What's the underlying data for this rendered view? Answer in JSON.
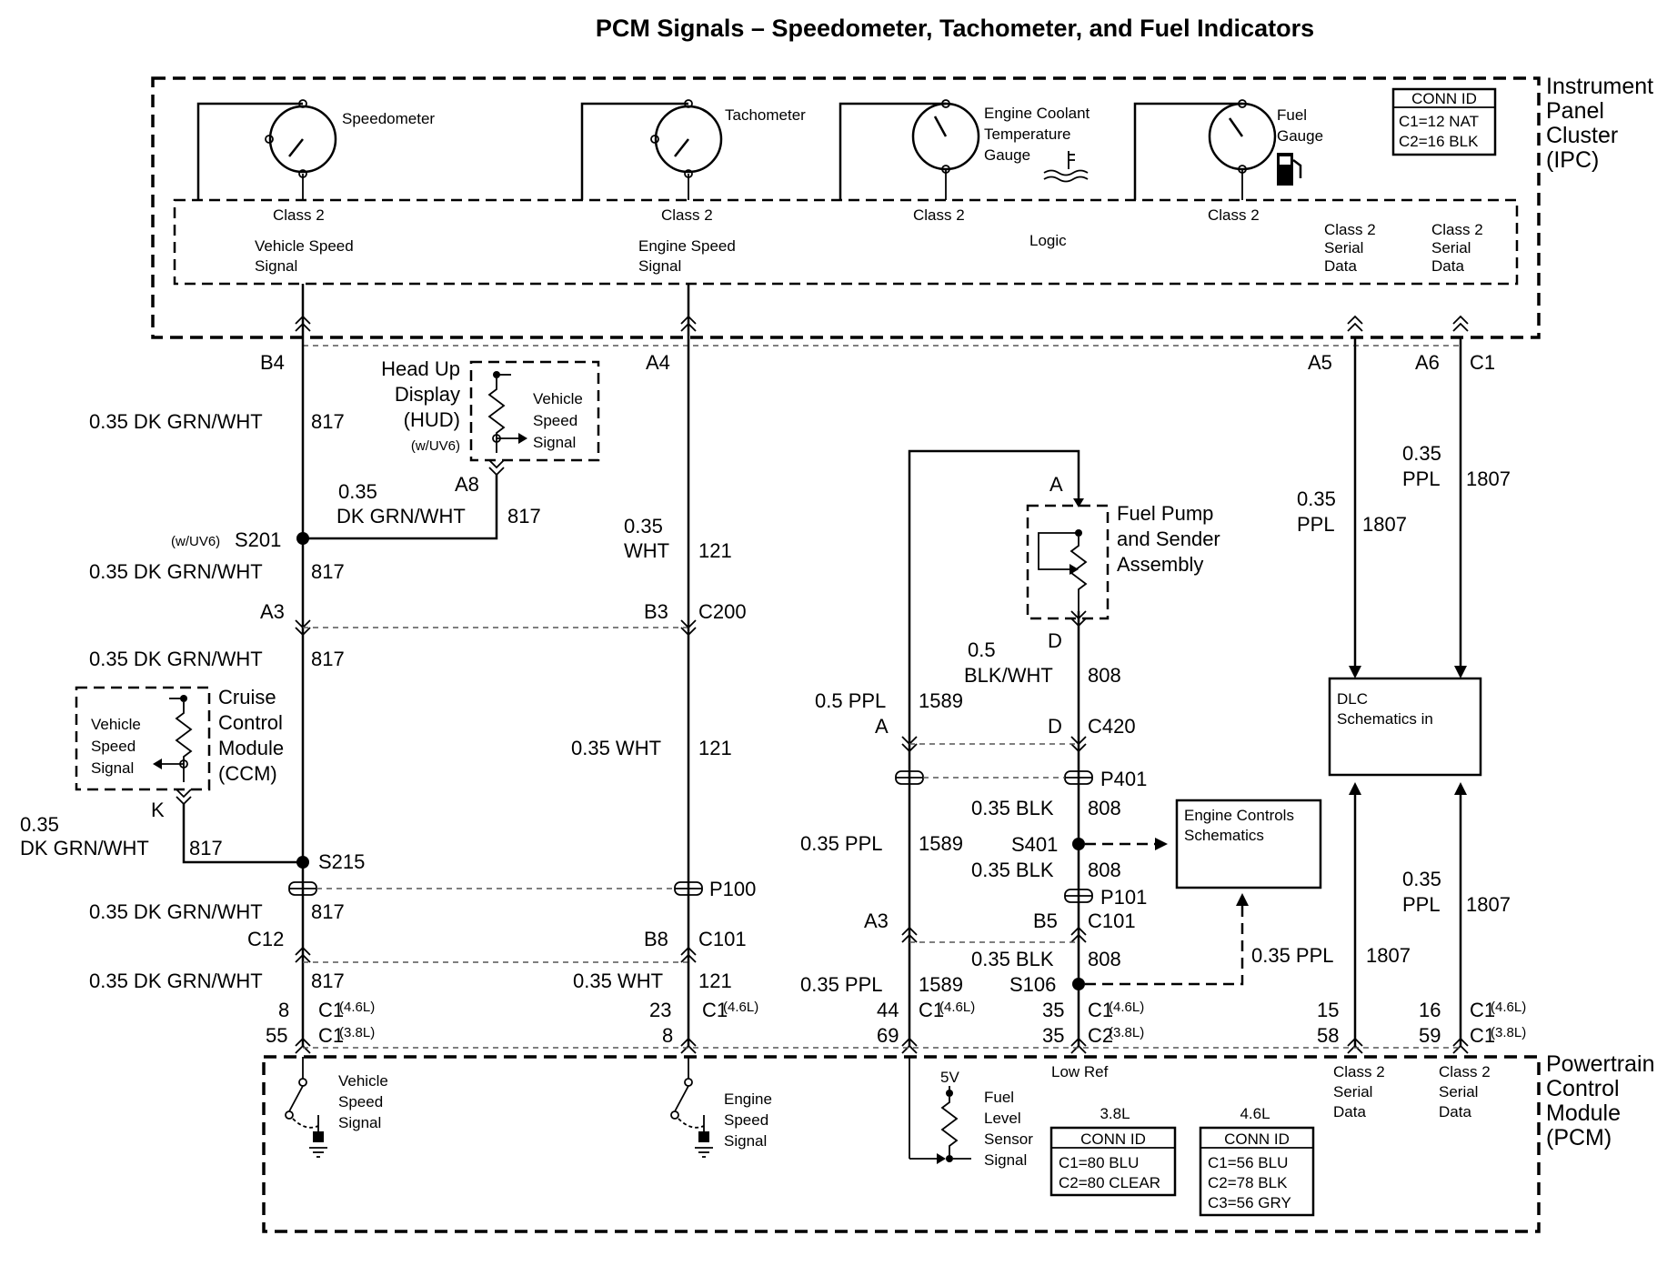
{
  "title": "PCM Signals – Speedometer, Tachometer, and Fuel Indicators",
  "ipc": {
    "label_lines": [
      "Instrument",
      "Panel",
      "Cluster",
      "(IPC)"
    ],
    "gauges": {
      "speedometer": "Speedometer",
      "tachometer": "Tachometer",
      "coolant": [
        "Engine Coolant",
        "Temperature",
        "Gauge"
      ],
      "fuel": [
        "Fuel",
        "Gauge"
      ]
    },
    "class2": "Class 2",
    "vss": [
      "Vehicle Speed",
      "Signal"
    ],
    "ess": [
      "Engine Speed",
      "Signal"
    ],
    "logic": "Logic",
    "serial": [
      "Class 2",
      "Serial",
      "Data"
    ],
    "conn_id": {
      "title": "CONN ID",
      "lines": [
        "C1=12 NAT",
        "C2=16 BLK"
      ]
    }
  },
  "hud": {
    "label_lines": [
      "Head Up",
      "Display",
      "(HUD)",
      "(w/UV6)"
    ],
    "inner": [
      "Vehicle",
      "Speed",
      "Signal"
    ],
    "pin": "A8"
  },
  "ccm": {
    "label_lines": [
      "Cruise",
      "Control",
      "Module",
      "(CCM)"
    ],
    "inner": [
      "Vehicle",
      "Speed",
      "Signal"
    ],
    "pin": "K"
  },
  "fuel_pump": {
    "label_lines": [
      "Fuel Pump",
      "and Sender",
      "Assembly"
    ],
    "pin_top": "A",
    "pin_bottom": "D"
  },
  "dlc": {
    "lines": [
      "DLC",
      "Schematics in"
    ]
  },
  "engine_controls": {
    "lines": [
      "Engine Controls",
      "Schematics"
    ]
  },
  "pcm": {
    "label_lines": [
      "Powertrain",
      "Control",
      "Module",
      "(PCM)"
    ],
    "vss": [
      "Vehicle",
      "Speed",
      "Signal"
    ],
    "ess": [
      "Engine",
      "Speed",
      "Signal"
    ],
    "v5": "5V",
    "fuel_sensor": [
      "Fuel",
      "Level",
      "Sensor",
      "Signal"
    ],
    "low_ref": "Low Ref",
    "serial": [
      "Class 2",
      "Serial",
      "Data"
    ],
    "conn38": {
      "head": "3.8L",
      "title": "CONN ID",
      "lines": [
        "C1=80 BLU",
        "C2=80 CLEAR"
      ]
    },
    "conn46": {
      "head": "4.6L",
      "title": "CONN ID",
      "lines": [
        "C1=56 BLU",
        "C2=78 BLK",
        "C3=56 GRY"
      ]
    }
  },
  "wire_labels": {
    "b4": "B4",
    "a4": "A4",
    "a5": "A5",
    "a6": "A6",
    "c1": "C1",
    "g1": "0.35 DK GRN/WHT",
    "n817": "817",
    "hud_w1": "0.35",
    "hud_w2": "DK GRN/WHT",
    "s201_note": "(w/UV6)",
    "s201": "S201",
    "a3": "A3",
    "b3": "B3",
    "c200": "C200",
    "wht1": "0.35",
    "wht2": "WHT",
    "n121": "121",
    "w_wht": "0.35 WHT",
    "ccm_w1": "0.35",
    "ccm_w2": "DK GRN/WHT",
    "s215": "S215",
    "p100": "P100",
    "c12": "C12",
    "b8": "B8",
    "c101": "C101",
    "p_8": "8",
    "p_55": "55",
    "p_23": "23",
    "p_8b": "8",
    "c1_46": "C1",
    "c1_38": "C1",
    "l46": "(4.6L)",
    "l38": "(3.8L)",
    "ppl": "0.35",
    "ppl_w": "PPL",
    "n1807": "1807",
    "fp_a": "A",
    "fp_d": "D",
    "w05": "0.5",
    "blk_wht": "BLK/WHT",
    "n808": "808",
    "ppl05": "0.5 PPL",
    "n1589": "1589",
    "c420": "C420",
    "p401": "P401",
    "blk": "0.35 BLK",
    "ppl035": "0.35 PPL",
    "s401": "S401",
    "p101": "P101",
    "b5": "B5",
    "s106": "S106",
    "p_44": "44",
    "p_69": "69",
    "p_35": "35",
    "p_35b": "35",
    "c2": "C2",
    "p_15": "15",
    "p_58": "58",
    "p_16": "16",
    "p_59": "59"
  }
}
